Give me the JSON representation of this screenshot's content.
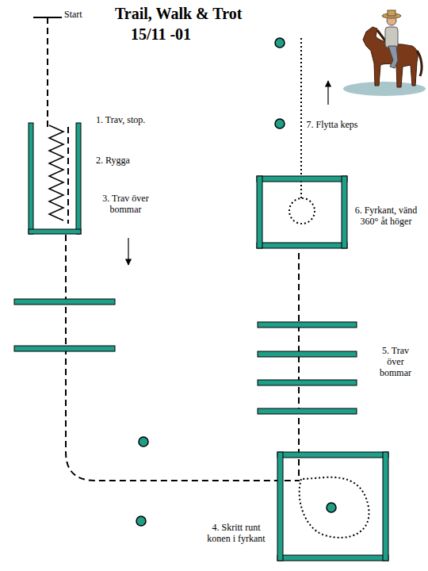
{
  "diagram": {
    "title": "Trail, Walk & Trot",
    "labels": [
      "15/11 -01",
      "Start",
      "1. Trav, stop.",
      "2. Rygga",
      "3. Trav över bommar",
      "4. Skritt runt konen i fyrkant",
      "5. Trav över bommar",
      "6. Fyrkant, vänd 360° åt höger",
      "7. Flytta keps"
    ]
  }
}
